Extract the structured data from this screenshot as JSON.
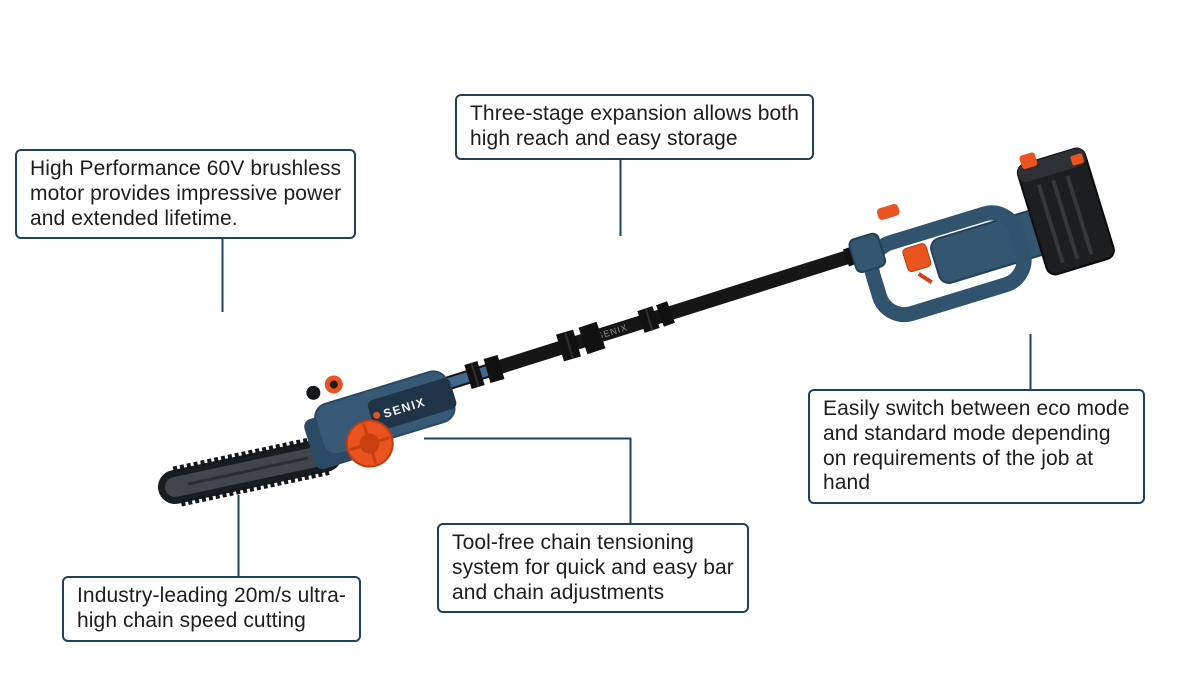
{
  "page": {
    "background": "#ffffff"
  },
  "colors": {
    "callout_border": "#20415c",
    "callout_text": "#1d1d1f",
    "connector_line": "#20415c",
    "pole_black": "#161616",
    "inner_tube_blue": "#41688e",
    "housing_navy": "#375976",
    "housing_navy_dark": "#2a4a63",
    "accent_orange": "#e8531f",
    "bar_gray": "#41464c",
    "chain_dark": "#1a1d20",
    "battery_black": "#1d1e20"
  },
  "product": {
    "brand": "SENIX"
  },
  "callouts": [
    {
      "id": "expansion",
      "text": "Three-stage expansion allows both\nhigh reach and easy storage"
    },
    {
      "id": "motor",
      "text": "High Performance 60V brushless\nmotor provides impressive power\nand extended lifetime."
    },
    {
      "id": "mode",
      "text": "Easily switch between eco mode\nand standard mode depending\non requirements of the job at\nhand"
    },
    {
      "id": "tension",
      "text": "Tool-free chain tensioning\nsystem for quick and easy bar\nand chain adjustments"
    },
    {
      "id": "speed",
      "text": "Industry-leading 20m/s ultra-\nhigh chain speed cutting"
    }
  ]
}
